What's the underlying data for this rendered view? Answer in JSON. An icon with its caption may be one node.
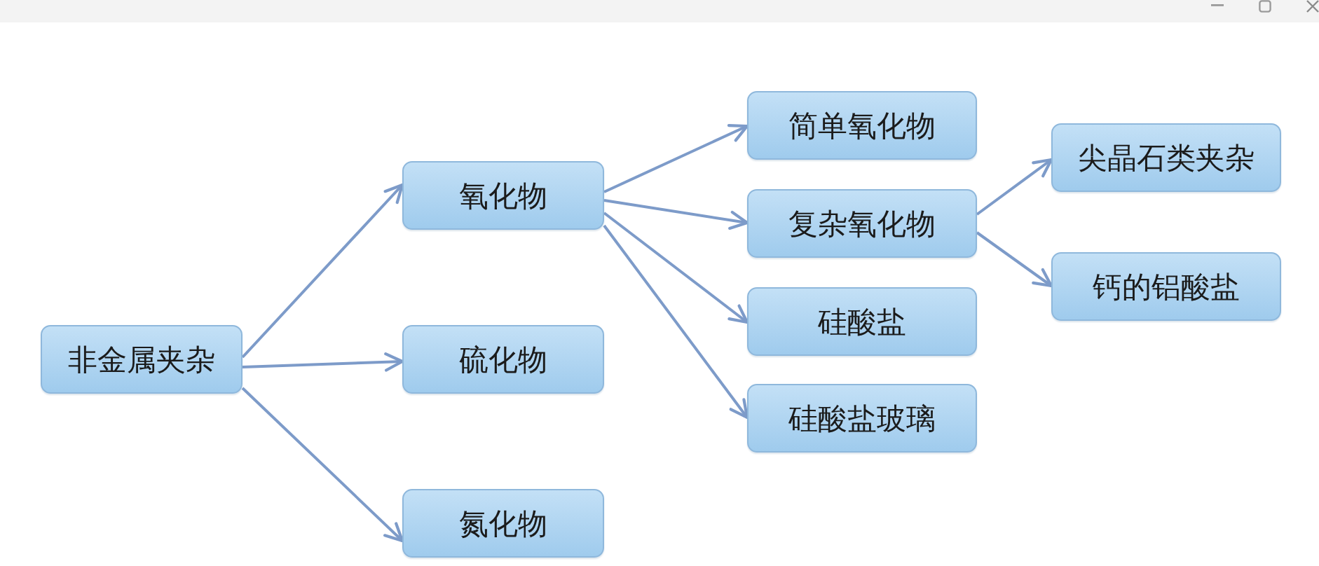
{
  "diagram": {
    "nodes": [
      {
        "text": [
          "非金属夹杂"
        ]
      },
      {
        "text": [
          "氧化物"
        ]
      },
      {
        "text": [
          "硫化物"
        ]
      },
      {
        "text": [
          "氮化物"
        ]
      },
      {
        "text": [
          "简单氧化物"
        ]
      },
      {
        "text": [
          "复杂氧化物"
        ]
      },
      {
        "text": [
          "硅酸盐"
        ]
      },
      {
        "text": [
          "硅酸盐玻璃"
        ]
      },
      {
        "text": [
          "尖晶石类夹杂"
        ]
      },
      {
        "text": [
          "钙的铝酸盐"
        ]
      }
    ],
    "edges": [
      {
        "from": 0,
        "to": 1,
        "arrow": "to"
      },
      {
        "from": 0,
        "to": 2,
        "arrow": "to"
      },
      {
        "from": 0,
        "to": 3,
        "arrow": "to"
      },
      {
        "from": 1,
        "to": 4,
        "arrow": "to"
      },
      {
        "from": 1,
        "to": 5,
        "arrow": "to"
      },
      {
        "from": 1,
        "to": 6,
        "arrow": "to"
      },
      {
        "from": 1,
        "to": 7,
        "arrow": "to"
      },
      {
        "from": 5,
        "to": 8,
        "arrow": "to"
      },
      {
        "from": 5,
        "to": 9,
        "arrow": "to"
      }
    ]
  }
}
